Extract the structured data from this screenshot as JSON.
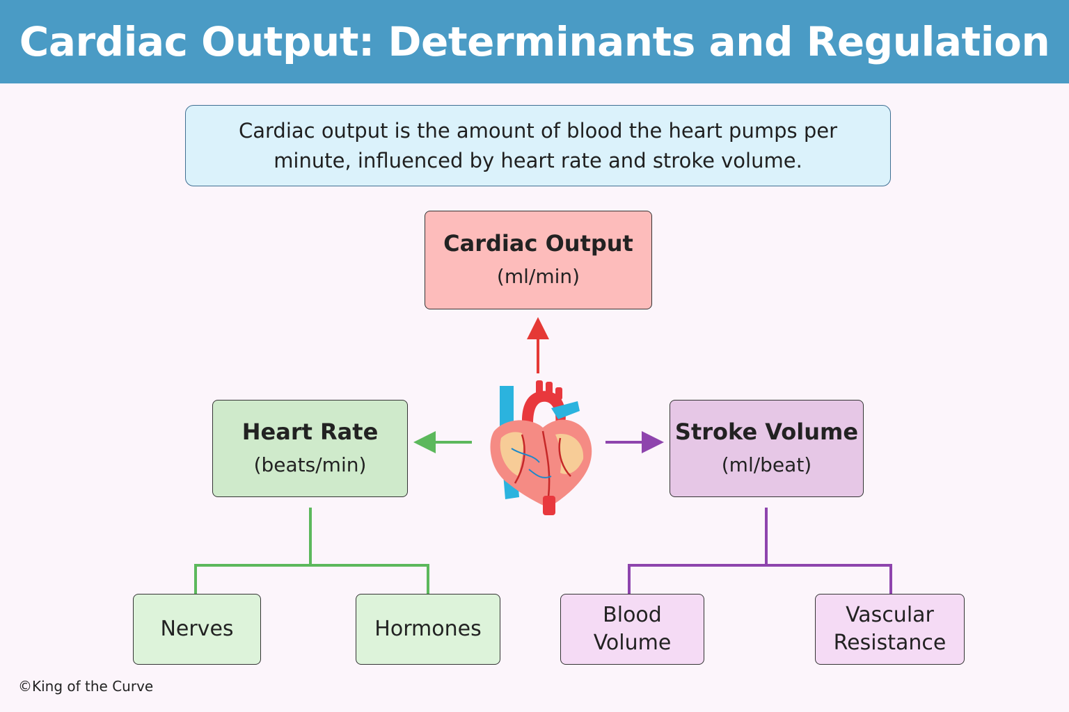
{
  "header": {
    "title": "Cardiac Output: Determinants and Regulation"
  },
  "intro": {
    "text": "Cardiac output is the amount of blood the heart pumps per minute, influenced by heart rate and stroke volume."
  },
  "nodes": {
    "cardiac_output": {
      "title": "Cardiac Output",
      "unit": "(ml/min)"
    },
    "heart_rate": {
      "title": "Heart Rate",
      "unit": "(beats/min)"
    },
    "stroke_volume": {
      "title": "Stroke Volume",
      "unit": "(ml/beat)"
    },
    "nerves": {
      "label": "Nerves"
    },
    "hormones": {
      "label": "Hormones"
    },
    "blood_volume": {
      "label": "Blood Volume"
    },
    "vascular_resistance": {
      "label": "Vascular Resistance"
    }
  },
  "colors": {
    "header": "#4a9bc5",
    "arrow_up": "#e53935",
    "heart_rate_branch": "#5cb85c",
    "stroke_volume_branch": "#8e44ad"
  },
  "icons": {
    "center": "heart-icon"
  },
  "footer": {
    "copyright": "©King of the Curve"
  }
}
